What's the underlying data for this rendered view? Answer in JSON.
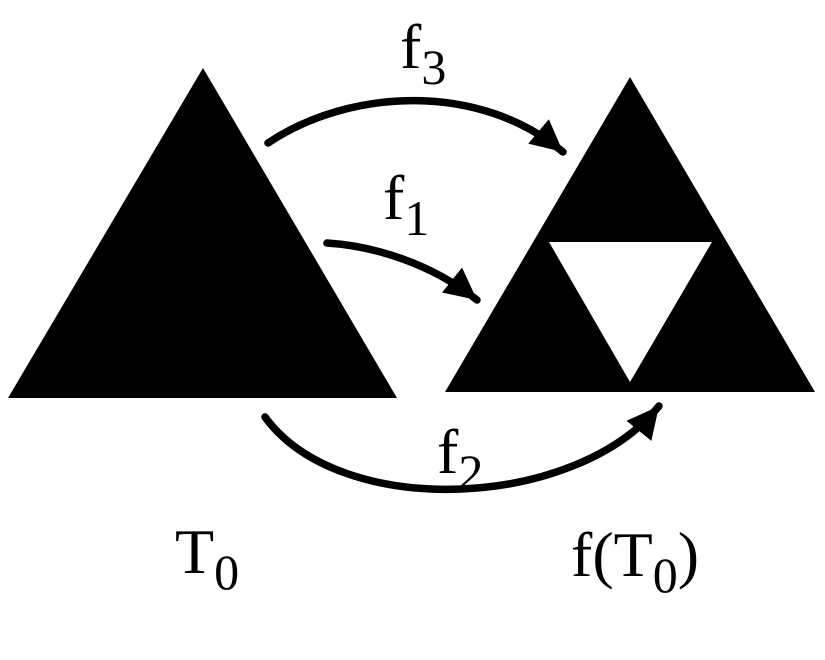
{
  "figure": {
    "ink": "#000000",
    "background": "#ffffff",
    "labels": {
      "f3": {
        "base": "f",
        "sub": "3"
      },
      "f1": {
        "base": "f",
        "sub": "1"
      },
      "f2": {
        "base": "f",
        "sub": "2"
      },
      "t0": {
        "base": "T",
        "sub": "0"
      },
      "ft0": {
        "pre": "f(T",
        "sub": "0",
        "post": ")"
      }
    }
  }
}
